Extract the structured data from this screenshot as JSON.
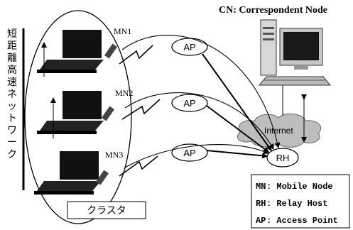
{
  "title": "CN: Correspondent Node",
  "nodes": {
    "mn1": "MN1",
    "mn2": "MN2",
    "mn3": "MN3",
    "ap": "AP",
    "internet": "Internet",
    "rh": "RH"
  },
  "vertical_label": [
    "短",
    "距",
    "離",
    "高",
    "速",
    "ネ",
    "ッ",
    "ト",
    "ワ",
    "ー",
    "ク"
  ],
  "cluster_label": "クラスタ",
  "legend": [
    {
      "abbr": "MN",
      "text": ": Mobile Node"
    },
    {
      "abbr": "RH",
      "text": ": Relay Host"
    },
    {
      "abbr": "AP",
      "text": ": Access Point"
    }
  ]
}
